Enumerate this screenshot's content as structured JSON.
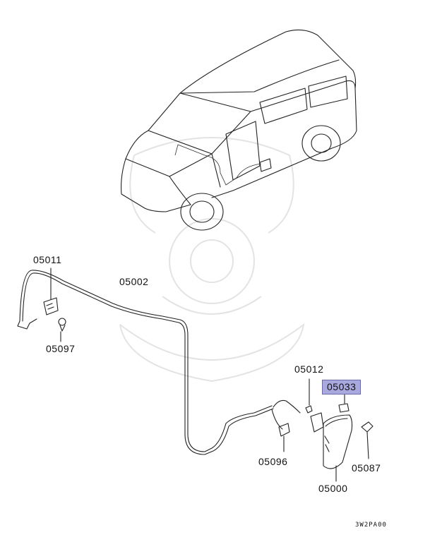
{
  "callouts": [
    {
      "id": "05011",
      "label": "05011"
    },
    {
      "id": "05002",
      "label": "05002"
    },
    {
      "id": "05097",
      "label": "05097"
    },
    {
      "id": "05012",
      "label": "05012"
    },
    {
      "id": "05033",
      "label": "05033",
      "highlighted": true,
      "highlight_color": "#a9a9df"
    },
    {
      "id": "05096",
      "label": "05096"
    },
    {
      "id": "05087",
      "label": "05087"
    },
    {
      "id": "05000",
      "label": "05000"
    }
  ],
  "reference_code": "3W2PA00",
  "colors": {
    "line": "#222222",
    "highlight": "#a9a9df",
    "watermark": "#e3e3e3"
  }
}
